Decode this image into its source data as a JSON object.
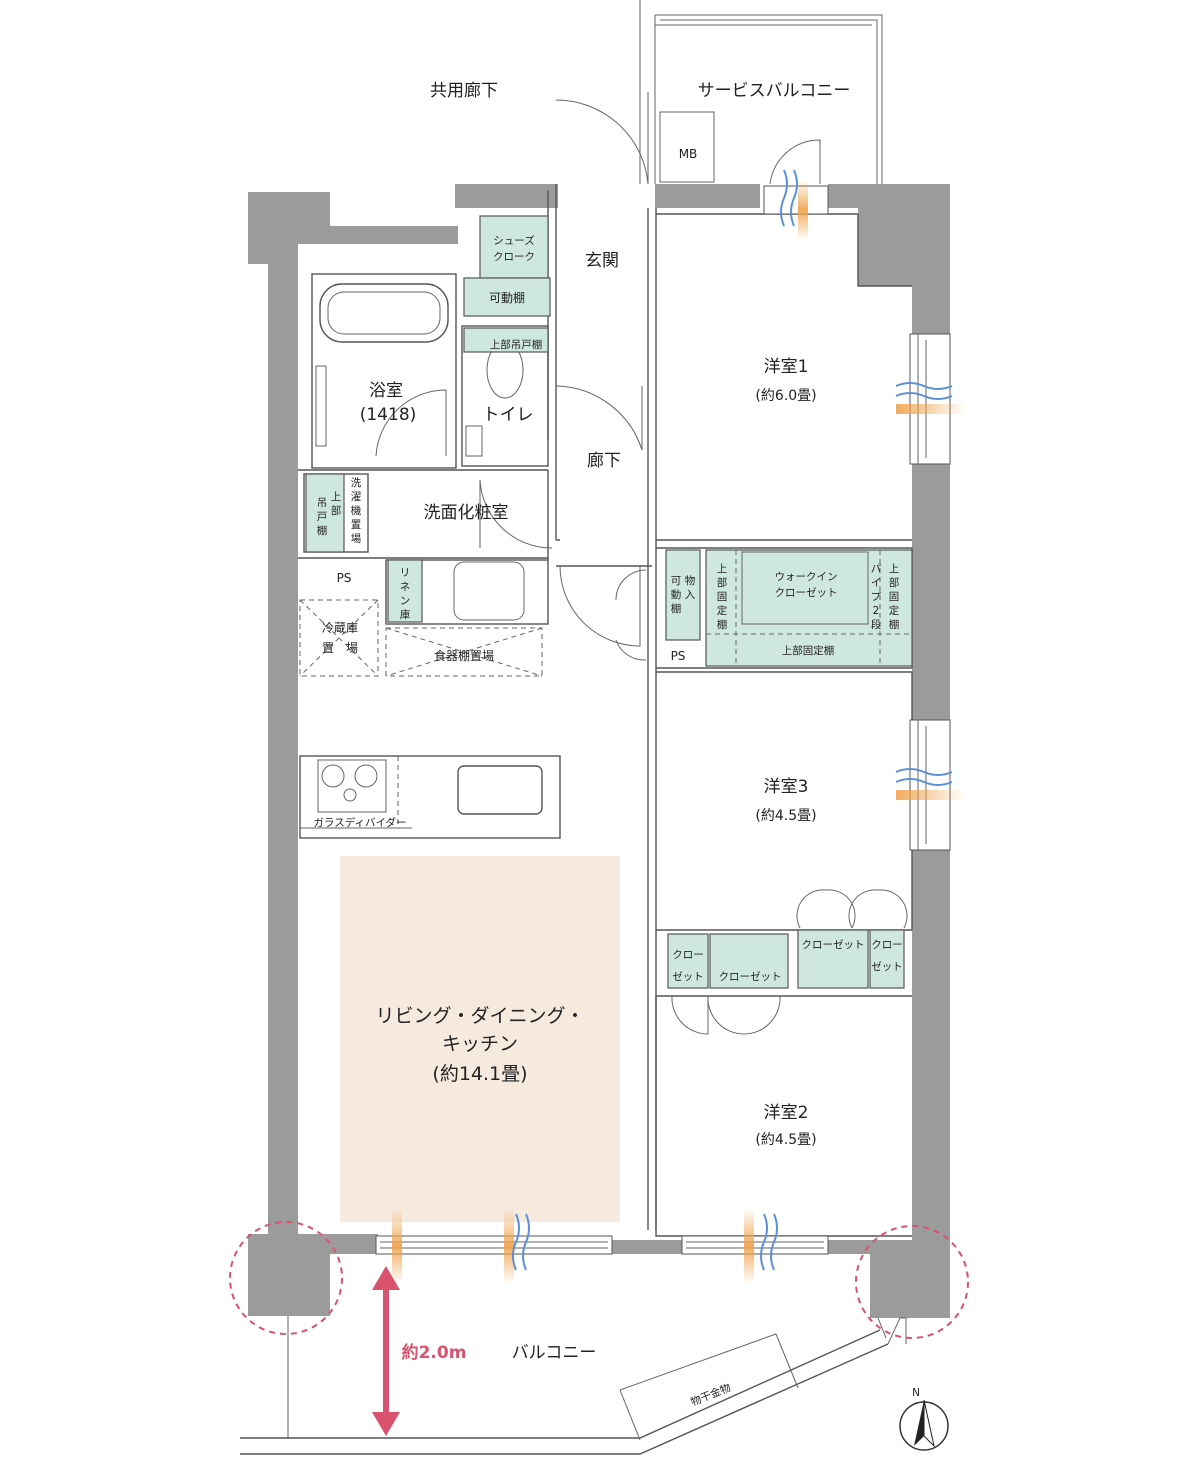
{
  "labels": {
    "common_corridor": "共用廊下",
    "service_balcony": "サービスバルコニー",
    "mb": "MB",
    "shoes_cloak_1": "シューズ",
    "shoes_cloak_2": "クローク",
    "movable_shelf_entry": "可動棚",
    "genkan": "玄関",
    "upper_hanging_shelf": "上部吊戸棚",
    "toilet": "トイレ",
    "bath_name": "浴室",
    "bath_size": "(1418)",
    "corridor": "廊下",
    "washroom": "洗面化粧室",
    "washer_1": "洗",
    "washer_2": "濯",
    "washer_3": "機",
    "washer_4": "置",
    "washer_5": "場",
    "hanging_1": "吊",
    "hanging_2": "戸",
    "hanging_3": "棚",
    "hanging_4": "上",
    "hanging_5": "部",
    "linen_1": "リ",
    "linen_2": "ネ",
    "linen_3": "ン",
    "linen_4": "庫",
    "ps_left": "PS",
    "ps_right": "PS",
    "fridge_1": "冷蔵庫",
    "fridge_2": "置　場",
    "dish_shelf": "食器棚置場",
    "glass_divider": "ガラスディバイダー",
    "storage_movable_1": "物",
    "storage_movable_2": "入",
    "storage_movable_3": "可",
    "storage_movable_4": "動",
    "storage_movable_5": "棚",
    "upper_fixed_v_1": "上",
    "upper_fixed_v_2": "部",
    "upper_fixed_v_3": "固",
    "upper_fixed_v_4": "定",
    "upper_fixed_v_5": "棚",
    "walkin_1": "ウォークイン",
    "walkin_2": "クローゼット",
    "pipe_1": "パ",
    "pipe_2": "イ",
    "pipe_3": "プ",
    "pipe_4": "2",
    "pipe_5": "段",
    "upper_fixed_r_1": "上",
    "upper_fixed_r_2": "部",
    "upper_fixed_r_3": "固",
    "upper_fixed_r_4": "定",
    "upper_fixed_r_5": "棚",
    "upper_fixed_h": "上部固定棚",
    "room1_name": "洋室1",
    "room1_size": "(約6.0畳)",
    "room3_name": "洋室3",
    "room3_size": "(約4.5畳)",
    "room2_name": "洋室2",
    "room2_size": "(約4.5畳)",
    "closet_small_1": "クロー",
    "closet_small_2": "ゼット",
    "closet": "クローゼット",
    "closet_r": "クローゼット",
    "closet_r_small_1": "クロー",
    "closet_r_small_2": "ゼット",
    "ldk_1": "リビング・ダイニング・",
    "ldk_2": "キッチン",
    "ldk_3": "(約14.1畳)",
    "balcony": "バルコニー",
    "depth": "約2.0m",
    "drying_rack": "物干金物",
    "north": "N"
  },
  "colors": {
    "wall": "#9b9b9b",
    "storage": "#cfe8df",
    "ldk_fill": "#f6e9de",
    "accent": "#d9536f",
    "airflow_blue": "#5b8fd6",
    "airflow_orange": "#f0a24a"
  }
}
